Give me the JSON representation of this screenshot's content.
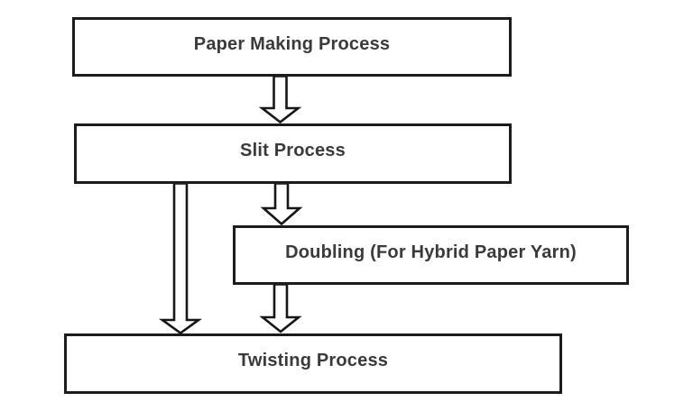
{
  "diagram": {
    "type": "flowchart",
    "nodes": [
      {
        "id": "paper-making",
        "label": "Paper Making Process"
      },
      {
        "id": "slit",
        "label": "Slit Process"
      },
      {
        "id": "doubling",
        "label": "Doubling (For Hybrid Paper Yarn)"
      },
      {
        "id": "twisting",
        "label": "Twisting Process"
      }
    ],
    "edges": [
      {
        "from": "paper-making",
        "to": "slit",
        "style": "hollow-block-arrow"
      },
      {
        "from": "slit",
        "to": "doubling",
        "style": "hollow-block-arrow"
      },
      {
        "from": "slit",
        "to": "twisting",
        "style": "hollow-block-arrow-long"
      },
      {
        "from": "doubling",
        "to": "twisting",
        "style": "hollow-block-arrow"
      }
    ],
    "colors": {
      "background": "#ffffff",
      "box_fill": "#ffffff",
      "box_border": "#1c1c1c",
      "text": "#3a3a3a",
      "arrow_fill": "#ffffff",
      "arrow_outline": "#161616"
    }
  }
}
